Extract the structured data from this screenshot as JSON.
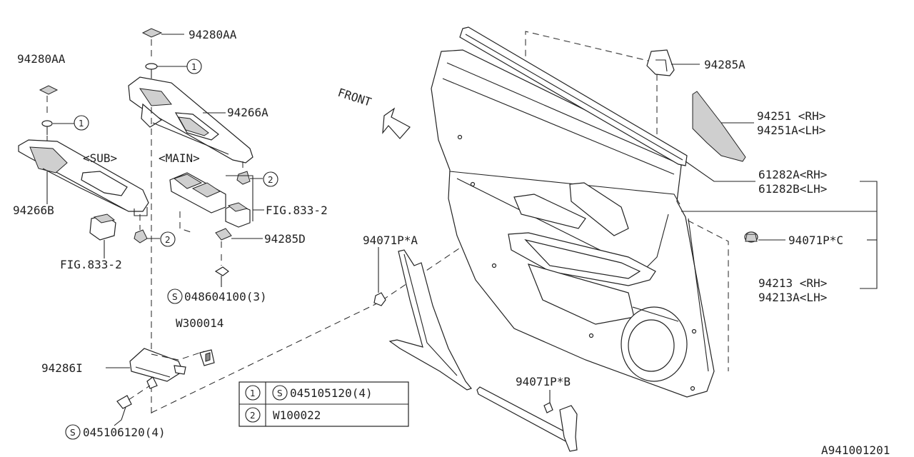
{
  "labels": {
    "clip_94280AA_top": "94280AA",
    "clip_94280AA_left": "94280AA",
    "switch_panel_main": "94266A",
    "switch_panel_sub": "94266B",
    "sub": "<SUB>",
    "main": "<MAIN>",
    "fig_main": "FIG.833-2",
    "fig_sub": "FIG.833-2",
    "clip_94285D": "94285D",
    "screw_048604100": "048604100(3)",
    "part_W300014": "W300014",
    "bracket_94286I": "94286I",
    "screw_045106120": "045106120(4)",
    "clip_94285A": "94285A",
    "cover_rh": "94251 <RH>",
    "cover_lh": "94251A<LH>",
    "seal_rh": "61282A<RH>",
    "seal_lh": "61282B<LH>",
    "clip_94071P_C": "94071P*C",
    "clip_94071P_A": "94071P*A",
    "clip_94071P_B": "94071P*B",
    "trim_rh": "94213 <RH>",
    "trim_lh": "94213A<LH>",
    "front": "FRONT",
    "drawing_no": "A941001201"
  },
  "callouts": {
    "one": "1",
    "two": "2",
    "s": "S"
  },
  "legend": {
    "row1_num": "1",
    "row1_part": "045105120(4)",
    "row2_num": "2",
    "row2_part": "W100022"
  }
}
